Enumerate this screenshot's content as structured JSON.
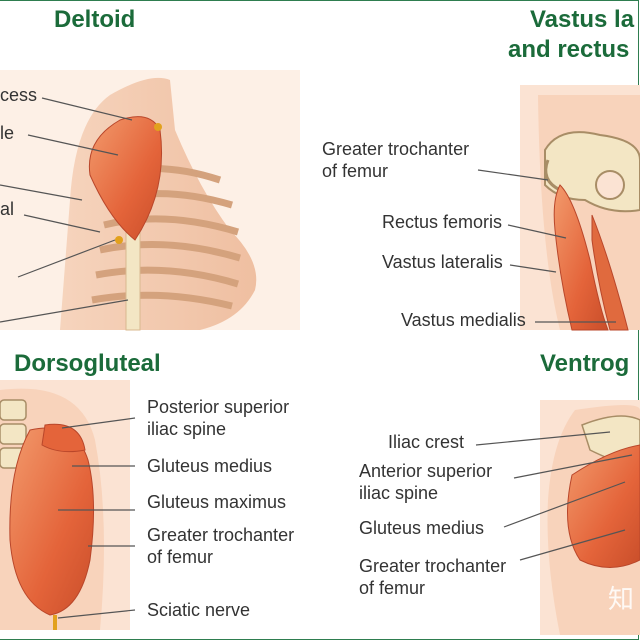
{
  "titles": {
    "deltoid": "Deltoid",
    "vastus_line1": "Vastus la",
    "vastus_line2": "and rectus",
    "dorsogluteal": "Dorsogluteal",
    "ventrogluteal": "Ventrog"
  },
  "deltoid_labels": [
    "cess",
    "le",
    "al"
  ],
  "vastus_labels": {
    "greater_trochanter_1": "Greater trochanter",
    "greater_trochanter_2": "of femur",
    "rectus_femoris": "Rectus femoris",
    "vastus_lateralis": "Vastus lateralis",
    "vastus_medialis": "Vastus medialis"
  },
  "dorso_labels": {
    "psis_1": "Posterior superior",
    "psis_2": "iliac spine",
    "gluteus_medius": "Gluteus medius",
    "gluteus_maximus": "Gluteus maximus",
    "greater_trochanter_1": "Greater trochanter",
    "greater_trochanter_2": "of femur",
    "sciatic_nerve": "Sciatic nerve"
  },
  "ventro_labels": {
    "iliac_crest": "Iliac crest",
    "asis_1": "Anterior superior",
    "asis_2": "iliac spine",
    "gluteus_medius": "Gluteus medius",
    "greater_trochanter_1": "Greater trochanter",
    "greater_trochanter_2": "of femur"
  },
  "watermark": "知",
  "colors": {
    "title_green": "#1b6b3a",
    "skin": "#f4c9ad",
    "muscle": "#e8703f",
    "bone": "#f3e6c4",
    "panel_bg": "#fbe3d3"
  }
}
